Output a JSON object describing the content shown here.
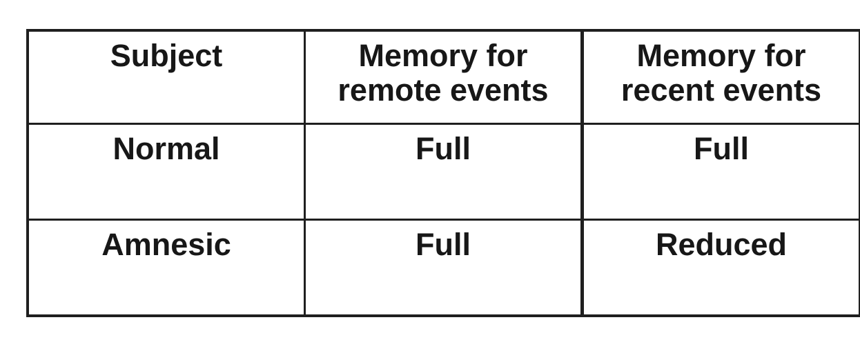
{
  "table": {
    "headers": [
      "Subject",
      "Memory for\nremote events",
      "Memory for\nrecent events"
    ],
    "rows": [
      {
        "subject": "Normal",
        "remote": "Full",
        "recent": "Full"
      },
      {
        "subject": "Amnesic",
        "remote": "Full",
        "recent": "Reduced"
      }
    ],
    "colors": {
      "border": "#1f1f1f",
      "text": "#171717",
      "background": "#ffffff"
    }
  },
  "chart_data": {
    "type": "table",
    "title": "",
    "columns": [
      "Subject",
      "Memory for remote events",
      "Memory for recent events"
    ],
    "rows": [
      [
        "Normal",
        "Full",
        "Full"
      ],
      [
        "Amnesic",
        "Full",
        "Reduced"
      ]
    ]
  }
}
